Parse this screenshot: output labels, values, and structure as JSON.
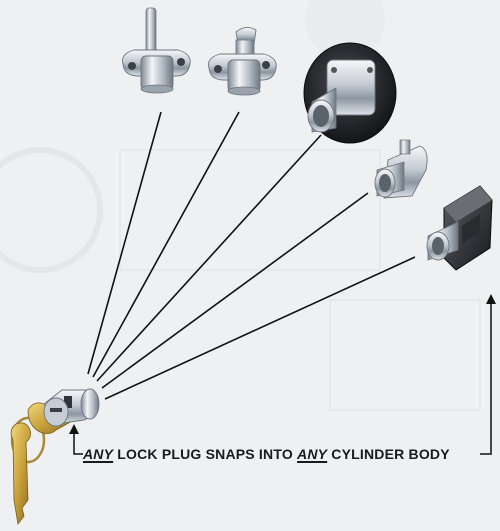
{
  "caption": {
    "emphasis_1": "ANY",
    "part_1": "LOCK PLUG SNAPS INTO",
    "emphasis_2": "ANY",
    "part_2": "CYLINDER BODY"
  },
  "colors": {
    "background": "#eef0f2",
    "chrome_light": "#f2f4f7",
    "chrome_mid": "#b9c0c8",
    "chrome_dark": "#6d7680",
    "black_body": "#1e1f22",
    "brass": "#c9a23c",
    "line": "#111111"
  },
  "parts": [
    {
      "name": "cylinder-body-with-tall-pin"
    },
    {
      "name": "cylinder-body-with-cam"
    },
    {
      "name": "round-black-flange-cylinder-body"
    },
    {
      "name": "small-cylinder-body-with-side-pin"
    },
    {
      "name": "square-black-housing-cylinder-body"
    },
    {
      "name": "lock-plug-with-keys"
    }
  ]
}
